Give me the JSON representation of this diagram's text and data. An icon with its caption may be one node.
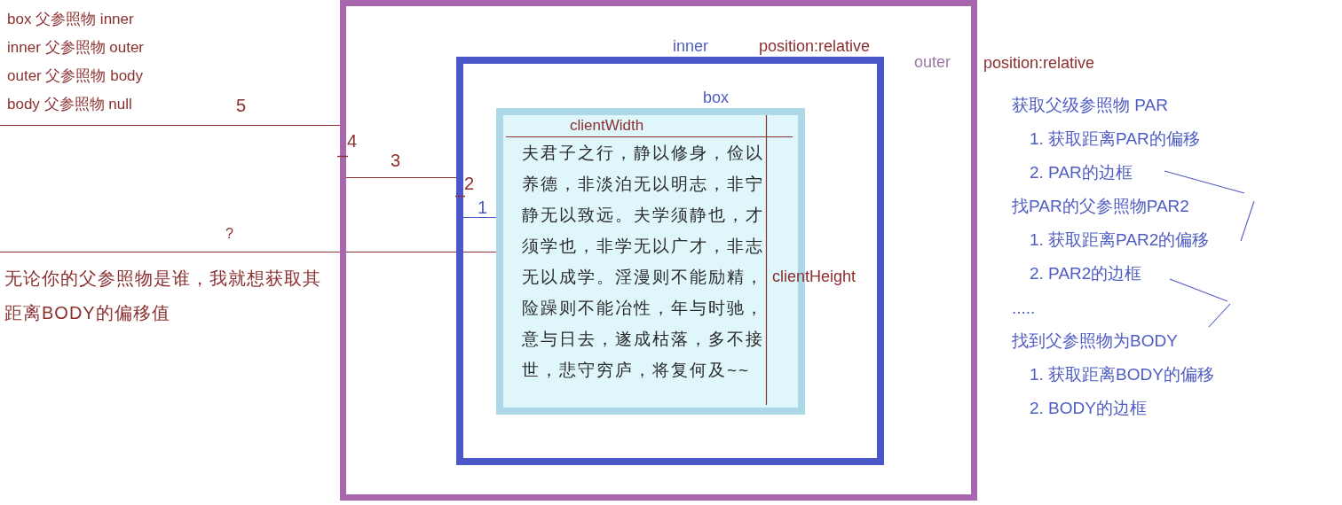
{
  "diagram": {
    "nodes": [
      {
        "text": [
          "outer"
        ],
        "beside": [
          "position:relative"
        ]
      },
      {
        "text": [
          "inner"
        ],
        "beside": [
          "position:relative"
        ],
        "in": 0
      },
      {
        "text": [
          "box",
          "夫君子之行，静以修身，俭以养德，非淡泊无以明志，非宁静无以致远。夫学须静也，才须学也，非学无以广才，非志无以成学。淫漫则不能励精，险躁则不能冶性，年与时驰，意与日去，遂成枯落，多不接世，悲守穷庐，将复何及~~"
        ],
        "in": 1
      }
    ],
    "labels": [
      "box 父参照物 inner",
      "inner 父参照物 outer",
      "outer 父参照物 body",
      "body 父参照物 null",
      "5",
      "4",
      "3",
      "2",
      "1",
      "?",
      "无论你的父参照物是谁，我就想获取其距离BODY的偏移值",
      "clientWidth",
      "clientHeight",
      "获取父级参照物 PAR",
      "1. 获取距离PAR的偏移",
      "2. PAR的边框",
      "找PAR的父参照物PAR2",
      "1. 获取距离PAR2的偏移",
      "2. PAR2的边框",
      ".....",
      "找到父参照物为BODY",
      "1. 获取距离BODY的偏移",
      "2. BODY的边框"
    ]
  }
}
